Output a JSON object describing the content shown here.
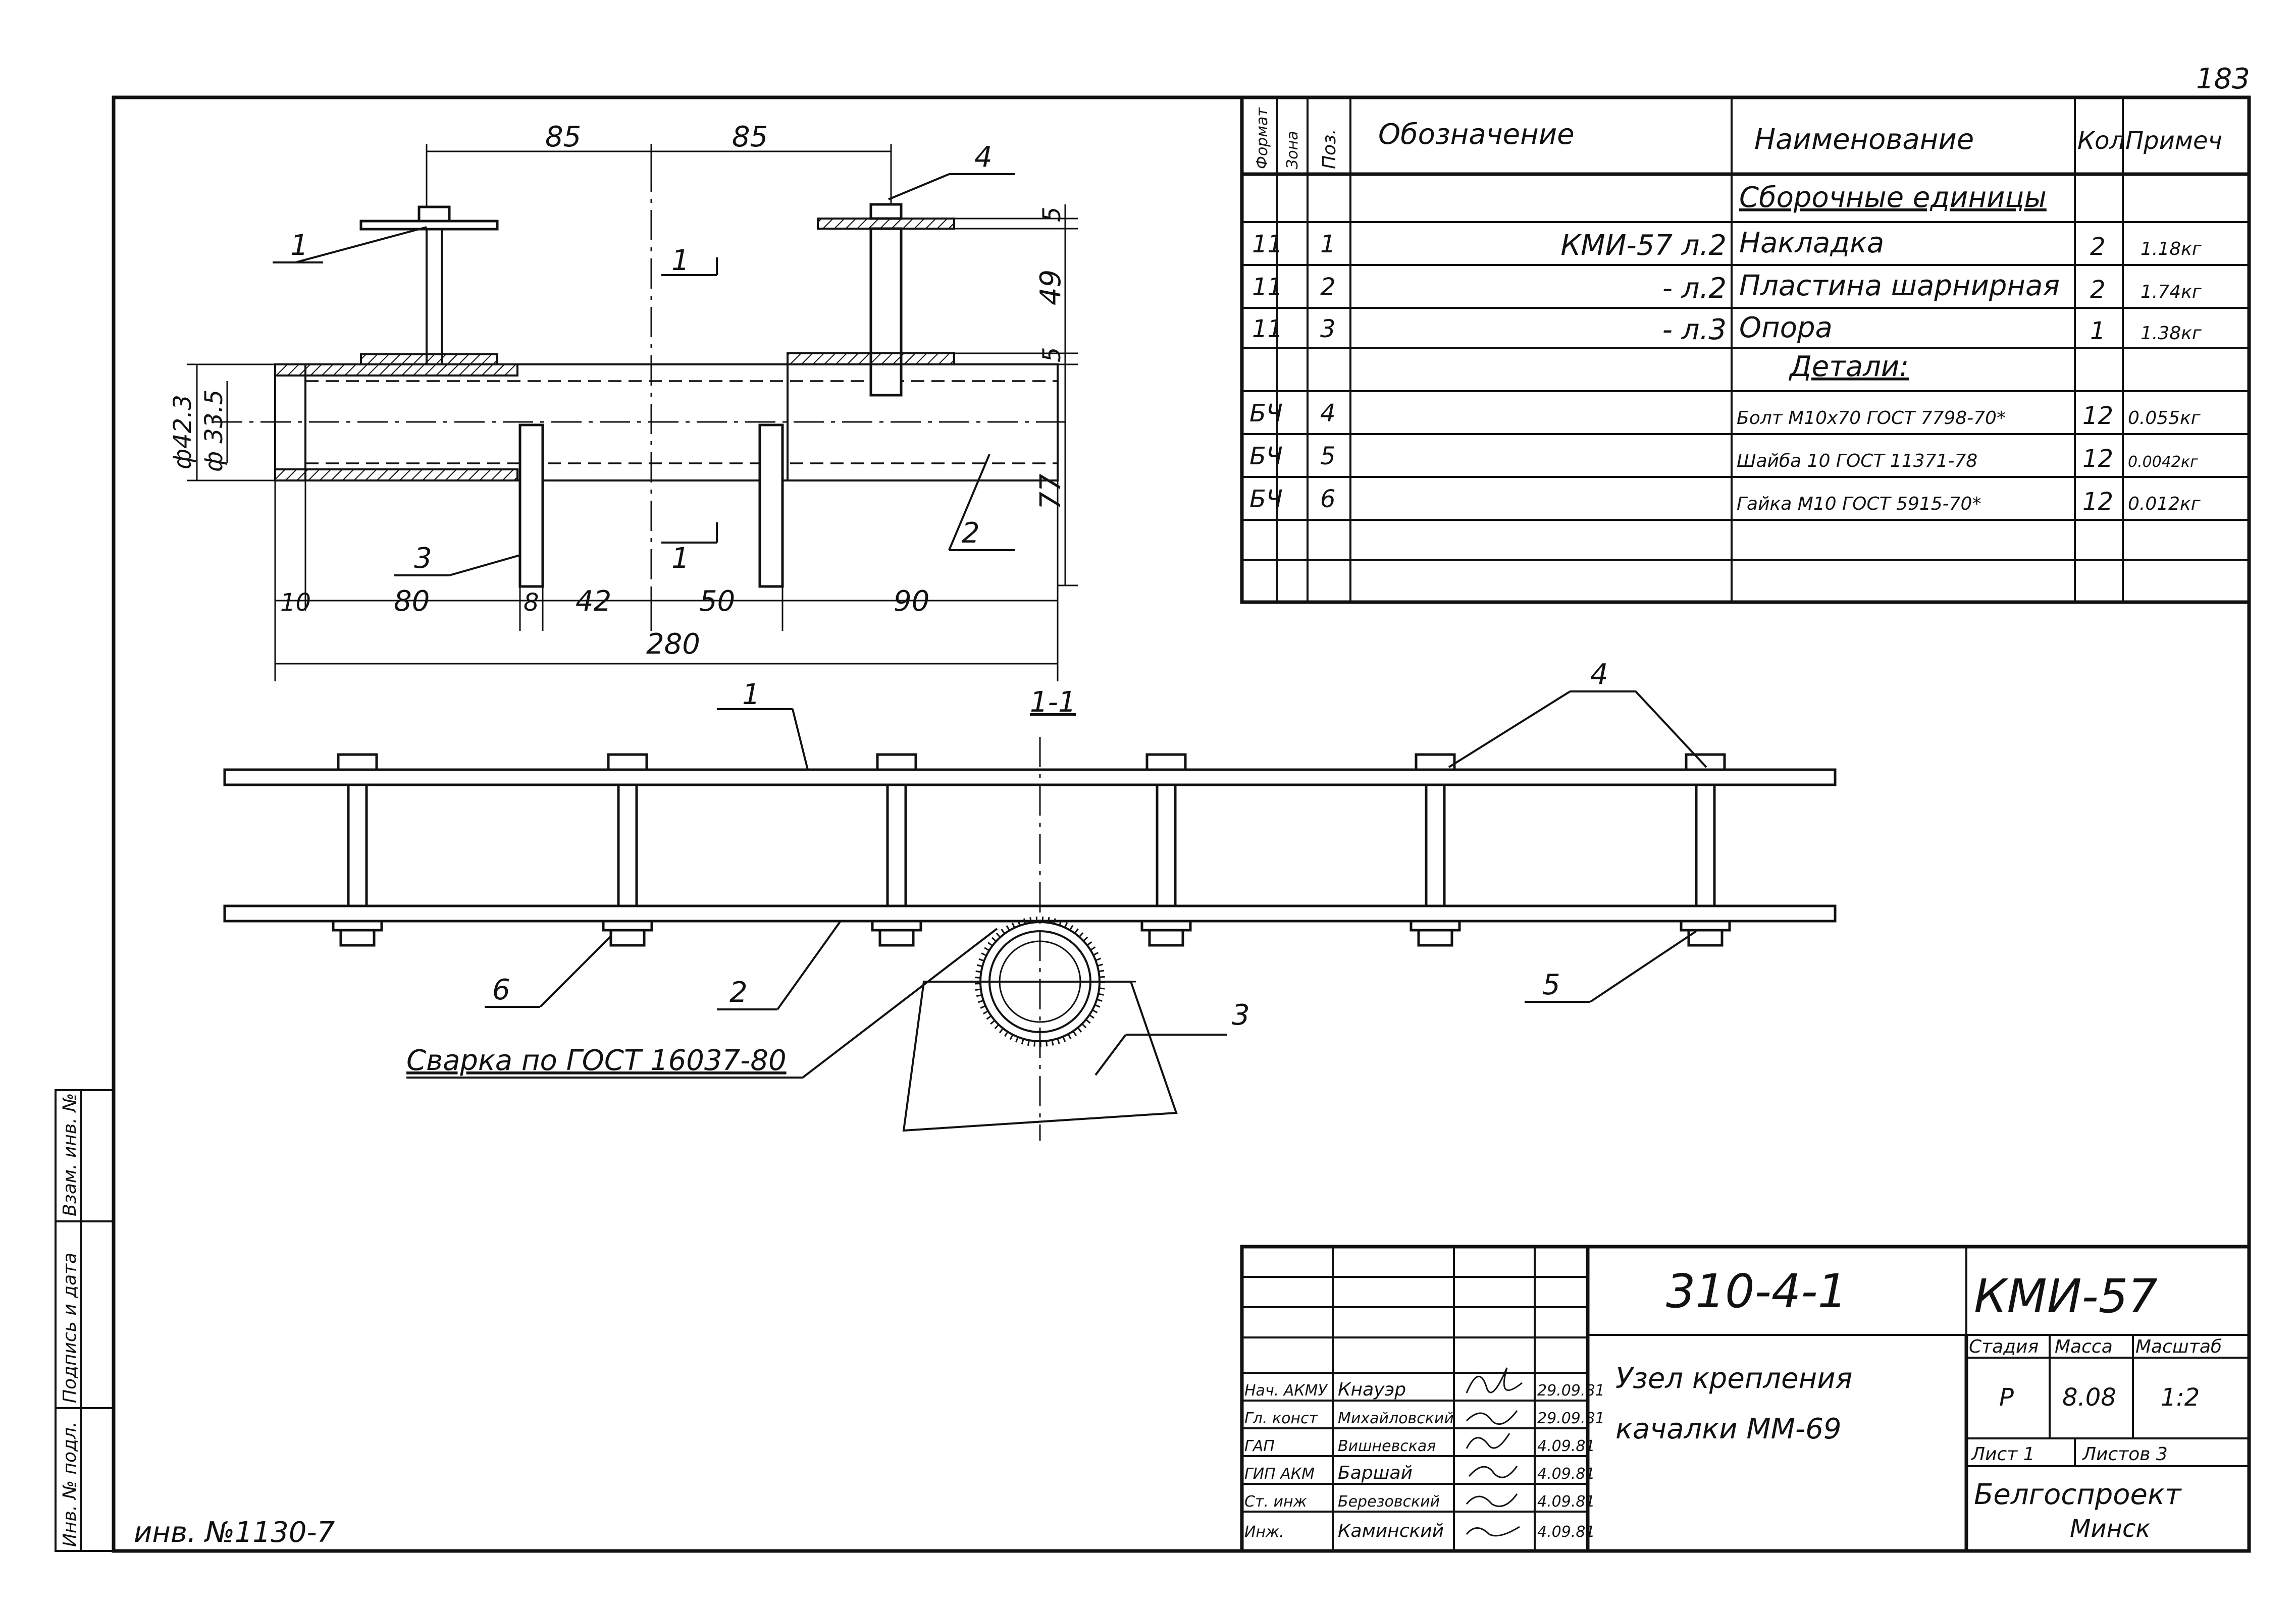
{
  "page_number": "183",
  "inventory_note": "инв. №1130-7",
  "margin_stamp": [
    "Инв. № подл.",
    "Подпись и дата",
    "Взам. инв. №"
  ],
  "plan_view": {
    "dims_top": [
      "85",
      "85"
    ],
    "dims_bottom": [
      "10",
      "80",
      "8",
      "42",
      "50",
      "90"
    ],
    "dim_total": "280",
    "dims_right": [
      "5",
      "49",
      "5",
      "77"
    ],
    "dims_left": [
      "ф42.3",
      "ф 33.5"
    ],
    "section_mark": "1",
    "callouts": [
      "1",
      "2",
      "3",
      "4"
    ]
  },
  "section_view": {
    "title": "1-1",
    "callouts": [
      "1",
      "2",
      "3",
      "4",
      "5",
      "6"
    ],
    "weld_note": "Сварка по ГОСТ 16037-80"
  },
  "spec_table": {
    "headers": {
      "format": "Формат",
      "zone": "Зона",
      "pos": "Поз.",
      "designation": "Обозначение",
      "name": "Наименование",
      "qty": "Кол",
      "note": "Примеч"
    },
    "section_assemblies": "Сборочные единицы",
    "section_parts": "Детали:",
    "rows": [
      {
        "format": "11",
        "pos": "1",
        "designation": "КМИ-57 л.2",
        "name": "Накладка",
        "qty": "2",
        "note": "1.18кг"
      },
      {
        "format": "11",
        "pos": "2",
        "designation": "- л.2",
        "name": "Пластина шарнирная",
        "qty": "2",
        "note": "1.74кг"
      },
      {
        "format": "11",
        "pos": "3",
        "designation": "- л.3",
        "name": "Опора",
        "qty": "1",
        "note": "1.38кг"
      },
      {
        "format": "БЧ",
        "pos": "4",
        "designation": "",
        "name": "Болт М10х70 ГОСТ 7798-70*",
        "qty": "12",
        "note": "0.055кг"
      },
      {
        "format": "БЧ",
        "pos": "5",
        "designation": "",
        "name": "Шайба 10 ГОСТ 11371-78",
        "qty": "12",
        "note": "0.0042кг"
      },
      {
        "format": "БЧ",
        "pos": "6",
        "designation": "",
        "name": "Гайка М10 ГОСТ 5915-70*",
        "qty": "12",
        "note": "0.012кг"
      }
    ]
  },
  "title_block": {
    "project_code": "310-4-1",
    "sheet_code": "КМИ-57",
    "title_line1": "Узел крепления",
    "title_line2": "качалки ММ-69",
    "stage_label": "Стадия",
    "mass_label": "Масса",
    "scale_label": "Масштаб",
    "stage": "Р",
    "mass": "8.08",
    "scale": "1:2",
    "sheet_label": "Лист 1",
    "sheets_label": "Листов 3",
    "organization": "Белгоспроект",
    "city": "Минск",
    "staff": [
      {
        "role": "Нач. АКМУ",
        "name": "Кнауэр",
        "date": "29.09.81"
      },
      {
        "role": "Гл. конст",
        "name": "Михайловский",
        "date": "29.09.81"
      },
      {
        "role": "ГАП",
        "name": "Вишневская",
        "date": "4.09.81"
      },
      {
        "role": "ГИП АКМ",
        "name": "Баршай",
        "date": "4.09.81"
      },
      {
        "role": "Ст. инж",
        "name": "Березовский",
        "date": "4.09.81"
      },
      {
        "role": "Инж.",
        "name": "Каминский",
        "date": "4.09.81"
      }
    ]
  }
}
